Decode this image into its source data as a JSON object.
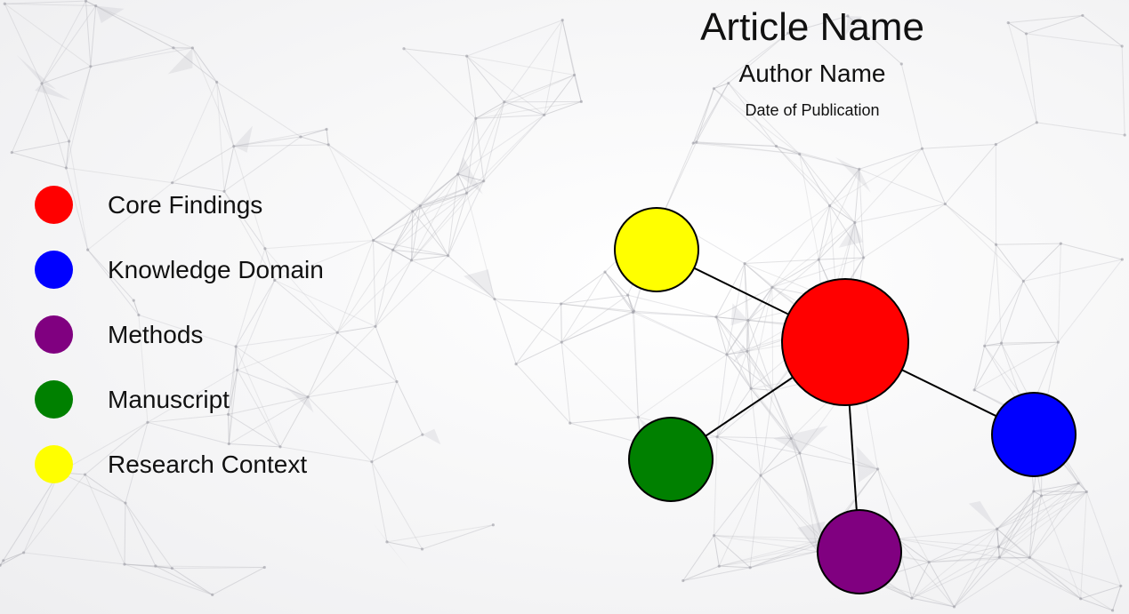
{
  "header": {
    "title": "Article Name",
    "author": "Author Name",
    "date": "Date of Publication"
  },
  "legend": [
    {
      "label": "Core Findings",
      "color": "#ff0000"
    },
    {
      "label": "Knowledge Domain",
      "color": "#0000ff"
    },
    {
      "label": "Methods",
      "color": "#800080"
    },
    {
      "label": "Manuscript",
      "color": "#008000"
    },
    {
      "label": "Research Context",
      "color": "#ffff00"
    }
  ],
  "graph": {
    "nodes": [
      {
        "id": "core-findings",
        "color": "#ff0000"
      },
      {
        "id": "research-context",
        "color": "#ffff00"
      },
      {
        "id": "manuscript",
        "color": "#008000"
      },
      {
        "id": "methods",
        "color": "#800080"
      },
      {
        "id": "knowledge-domain",
        "color": "#0000ff"
      }
    ],
    "edges": [
      [
        "core-findings",
        "research-context"
      ],
      [
        "core-findings",
        "manuscript"
      ],
      [
        "core-findings",
        "methods"
      ],
      [
        "core-findings",
        "knowledge-domain"
      ]
    ]
  }
}
